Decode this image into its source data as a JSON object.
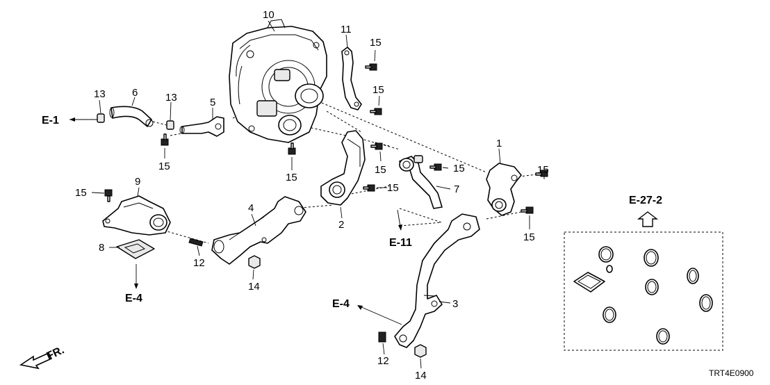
{
  "callouts": {
    "c1": "1",
    "c2": "2",
    "c3": "3",
    "c4": "4",
    "c5": "5",
    "c6": "6",
    "c7": "7",
    "c8": "8",
    "c9": "9",
    "c10": "10",
    "c11": "11",
    "c12a": "12",
    "c12b": "12",
    "c13a": "13",
    "c13b": "13",
    "c14a": "14",
    "c14b": "14",
    "c15a": "15",
    "c15b": "15",
    "c15c": "15",
    "c15d": "15",
    "c15e": "15",
    "c15f": "15",
    "c15g": "15",
    "c15h": "15",
    "c15i": "15",
    "c15j": "15"
  },
  "references": {
    "e1": "E-1",
    "e4_left": "E-4",
    "e4_bottom": "E-4",
    "e11": "E-11",
    "e27_2": "E-27-2"
  },
  "front_marker": "FR.",
  "diagram_code": "TRT4E0900",
  "icons": [
    "arrow-up-outline-icon",
    "front-direction-arrow-icon"
  ]
}
